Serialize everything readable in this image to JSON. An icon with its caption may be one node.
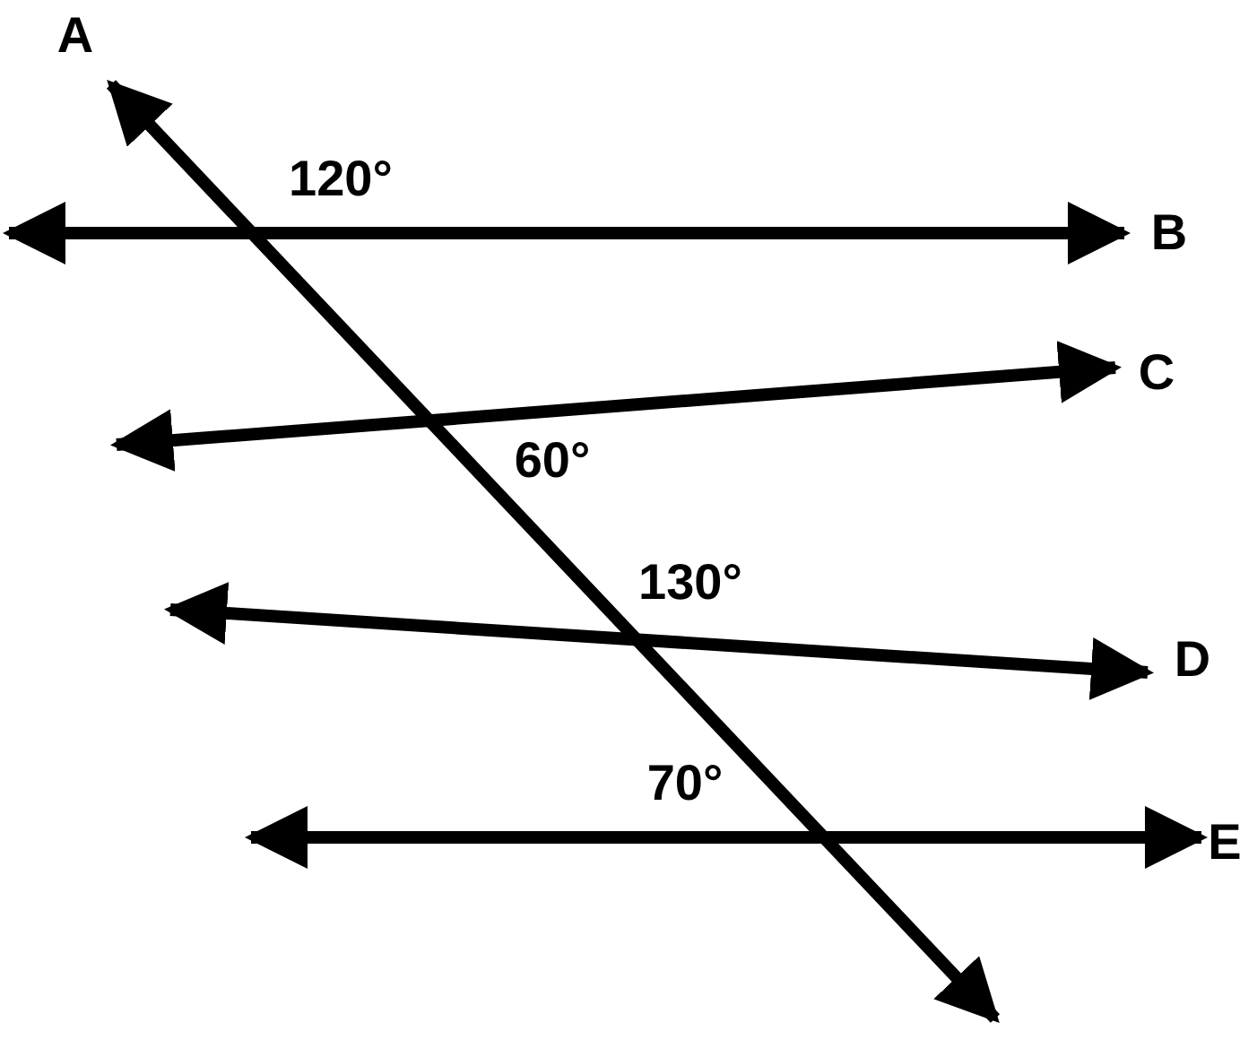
{
  "diagram": {
    "labels": [
      "A",
      "120°",
      "B",
      "C",
      "60°",
      "130°",
      "D",
      "70°",
      "E"
    ]
  }
}
